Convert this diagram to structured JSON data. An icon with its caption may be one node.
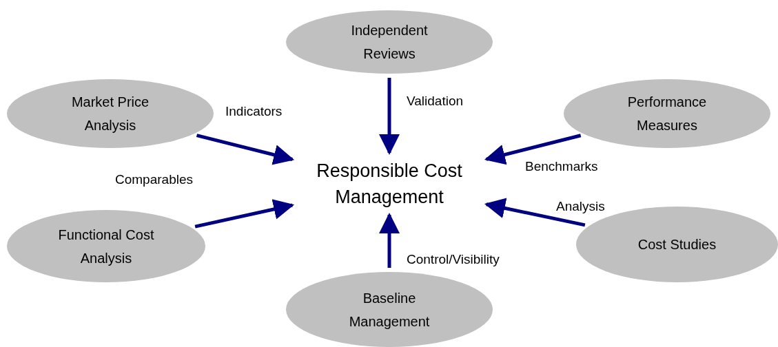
{
  "diagram": {
    "nodes": [
      {
        "text": [
          "Independent Reviews"
        ]
      },
      {
        "text": [
          "Market Price Analysis"
        ]
      },
      {
        "text": [
          "Performance Measures"
        ]
      },
      {
        "text": [
          "Responsible Cost Management"
        ]
      },
      {
        "text": [
          "Functional Cost Analysis"
        ]
      },
      {
        "text": [
          "Cost Studies"
        ]
      },
      {
        "text": [
          "Baseline Management"
        ]
      }
    ],
    "edges": [
      {
        "from": 0,
        "to": 3,
        "arrow": "to",
        "label": "Validation"
      },
      {
        "from": 1,
        "to": 3,
        "arrow": "to",
        "label": "Indicators"
      },
      {
        "from": 2,
        "to": 3,
        "arrow": "to",
        "label": "Benchmarks"
      },
      {
        "from": 4,
        "to": 3,
        "arrow": "to"
      },
      {
        "from": 5,
        "to": 3,
        "arrow": "to",
        "label": "Analysis"
      },
      {
        "from": 6,
        "to": 3,
        "arrow": "to",
        "label": "Control/Visibility"
      }
    ],
    "labels": [
      "Comparables"
    ]
  }
}
